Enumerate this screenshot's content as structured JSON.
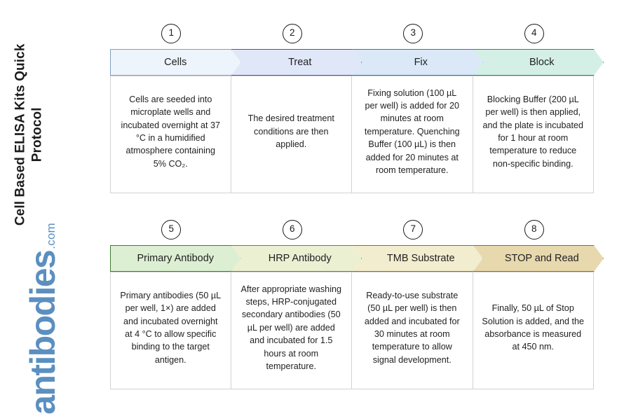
{
  "title": "Cell Based ELISA Kits Quick Protocol",
  "brand": {
    "name": "antibodies",
    "tld": ".com",
    "color": "#5b8fc0"
  },
  "rows": [
    {
      "row_id": "row-1",
      "steps": [
        {
          "number": "1",
          "label": "Cells",
          "fill": "#eef4fb",
          "stroke": "#7f9fc4",
          "text": "Cells are seeded into microplate wells and incubated overnight at 37 °C in a humidified atmosphere containing 5% CO₂."
        },
        {
          "number": "2",
          "label": "Treat",
          "fill": "#e0e7f8",
          "stroke": "#3c5b9b",
          "text": "The desired treatment conditions are then applied."
        },
        {
          "number": "3",
          "label": "Fix",
          "fill": "#dae8f7",
          "stroke": "#3f6fa8",
          "text": "Fixing solution (100 µL per well) is added for 20 minutes at room temperature. Quenching Buffer (100 µL) is then added for 20 minutes at room temperature."
        },
        {
          "number": "4",
          "label": "Block",
          "fill": "#d4f0e6",
          "stroke": "#2f7f70",
          "text": "Blocking Buffer (200 µL per well) is then applied, and the plate is incubated for 1 hour at room temperature to reduce non-specific binding."
        }
      ]
    },
    {
      "row_id": "row-2",
      "steps": [
        {
          "number": "5",
          "label": "Primary Antibody",
          "fill": "#dcefd2",
          "stroke": "#3c7a32",
          "text": "Primary antibodies (50 µL per well, 1×) are added and incubated overnight at 4 °C to allow specific binding to the target antigen."
        },
        {
          "number": "6",
          "label": "HRP Antibody",
          "fill": "#ebf0d3",
          "stroke": "#6d8030",
          "text": "After appropriate washing steps, HRP-conjugated secondary antibodies (50 µL per well) are added and incubated for 1.5 hours at room temperature."
        },
        {
          "number": "7",
          "label": "TMB Substrate",
          "fill": "#f3edcf",
          "stroke": "#8a6f25",
          "text": "Ready-to-use substrate (50 µL per well) is then added and incubated for 30 minutes at room temperature to allow signal development."
        },
        {
          "number": "8",
          "label": "STOP and Read",
          "fill": "#e7d8ae",
          "stroke": "#8a6f25",
          "text": "Finally, 50 µL of Stop Solution is added, and the absorbance is measured at 450 nm."
        }
      ]
    }
  ]
}
